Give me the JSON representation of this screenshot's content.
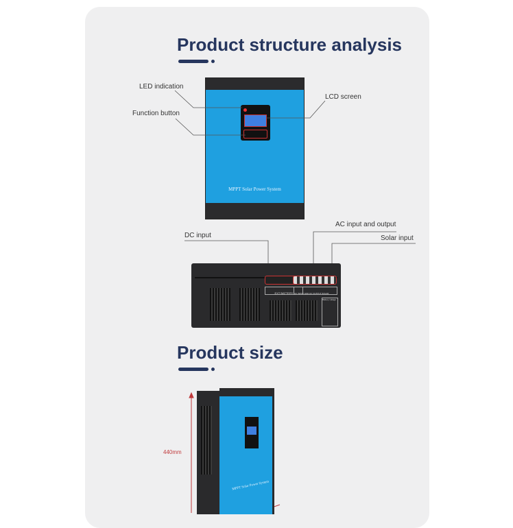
{
  "section1": {
    "title": "Product structure analysis",
    "front_labels": {
      "led": "LED indication",
      "function": "Function button",
      "lcd": "LCD screen"
    },
    "device_text": "MPPT Solar Power System",
    "rear_labels": {
      "dc": "DC input",
      "ac": "AC input and output",
      "solar": "Solar input"
    },
    "rear_terminals": {
      "battery": "EXT BATTERY",
      "ac_input": "AC INPUT",
      "gnd": "GND",
      "ac_output": "AC OUTPUT",
      "solar": "SOLAR",
      "battery_voltage": "Battery voltage"
    }
  },
  "section2": {
    "title": "Product size",
    "height_dim": "440mm",
    "device_text": "MPPT Solar Power System"
  },
  "colors": {
    "title": "#26365e",
    "device_blue": "#1fa0e0",
    "dim": "#c0393b"
  }
}
